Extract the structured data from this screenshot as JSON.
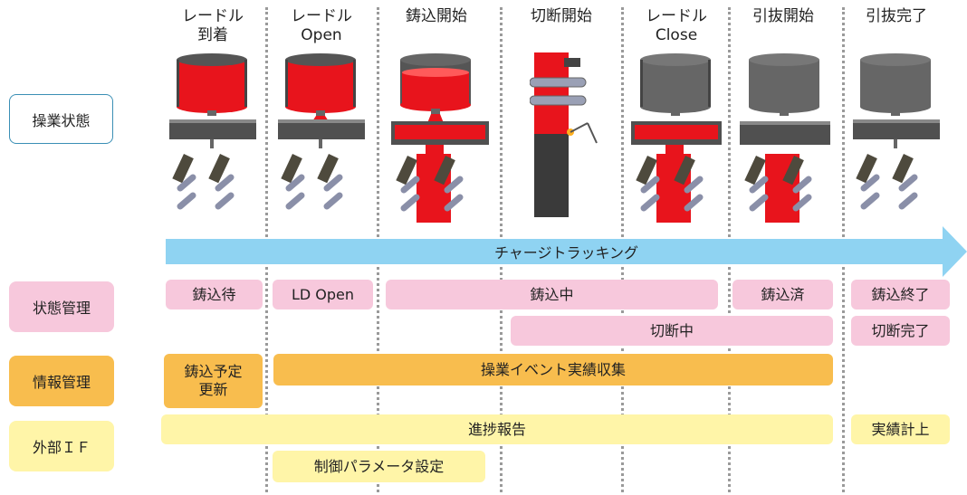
{
  "phases": [
    {
      "line1": "レードル",
      "line2": "到着"
    },
    {
      "line1": "レードル",
      "line2": "Open"
    },
    {
      "line1": "鋳込開始",
      "line2": ""
    },
    {
      "line1": "切断開始",
      "line2": ""
    },
    {
      "line1": "レードル",
      "line2": "Close"
    },
    {
      "line1": "引抜開始",
      "line2": ""
    },
    {
      "line1": "引抜完了",
      "line2": ""
    }
  ],
  "rows": {
    "operation": "操業状態",
    "state": "状態管理",
    "info": "情報管理",
    "external": "外部ＩＦ"
  },
  "tracking_arrow": "チャージトラッキング",
  "state_bars": {
    "wait": "鋳込待",
    "ld_open": "LD Open",
    "casting": "鋳込中",
    "cast_done": "鋳込済",
    "cast_end": "鋳込終了",
    "cutting": "切断中",
    "cut_done": "切断完了"
  },
  "info_bars": {
    "schedule": "鋳込予定\n更新",
    "events": "操業イベント実績収集"
  },
  "external_bars": {
    "progress": "進捗報告",
    "record": "実績計上",
    "params": "制御パラメータ設定"
  },
  "colors": {
    "state": "#f7c8dc",
    "info": "#f8bd4e",
    "external": "#fff5a8",
    "arrow": "#8fd3f2",
    "molten": "#e8141c"
  }
}
